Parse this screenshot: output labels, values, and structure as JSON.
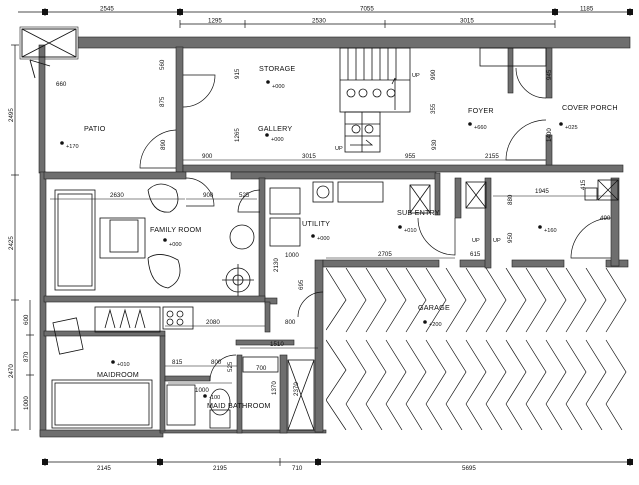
{
  "rooms": {
    "storage": {
      "name": "STORAGE",
      "level": "+000"
    },
    "patio": {
      "name": "PATIO",
      "level": "+170"
    },
    "gallery": {
      "name": "GALLERY",
      "level": "+000"
    },
    "foyer": {
      "name": "FOYER",
      "level": "+660"
    },
    "cover_porch": {
      "name": "COVER PORCH",
      "level": "+025"
    },
    "family_room": {
      "name": "FAMILY ROOM",
      "level": "+000"
    },
    "utility": {
      "name": "UTILITY",
      "level": "+000"
    },
    "sub_entry": {
      "name": "SUB ENTRY",
      "level": "+010"
    },
    "east_room": {
      "level": "+160"
    },
    "garage": {
      "name": "GARAGE",
      "level": "+200"
    },
    "maidroom": {
      "name": "MAIDROOM",
      "level": "+010"
    },
    "maid_bathroom": {
      "name": "MAID BATHROOM",
      "level": "-100"
    }
  },
  "stair_labels": {
    "up1": "UP",
    "up2": "UP",
    "up3": "UP",
    "up4": "UP"
  },
  "dims_top": {
    "d1": "2545",
    "d2": "7055",
    "d3": "1185"
  },
  "dims_second": {
    "d1": "1295",
    "d2": "2530",
    "d3": "3015"
  },
  "dims_bottom": {
    "d1": "2145",
    "d2": "2195",
    "d3": "710",
    "d4": "5695"
  },
  "dims_left": {
    "d1": "2495",
    "d2": "2425",
    "d3": "2470"
  },
  "dims_left_inner": {
    "d1": "600",
    "d2": "870",
    "d3": "1000"
  },
  "dims_interior": {
    "a660": "660",
    "a560": "560",
    "a875": "875",
    "a915": "915",
    "a990": "990",
    "a945": "945",
    "a1265": "1265",
    "a890": "890",
    "a355": "355",
    "a1400": "1400",
    "a900a": "900",
    "a3015": "3015",
    "a955": "955",
    "a2155": "2155",
    "a930": "930",
    "a2630": "2630",
    "a900b": "900",
    "a525": "525",
    "a1945": "1945",
    "a415": "415",
    "a490": "490",
    "a880": "880",
    "a950": "950",
    "a2130": "2130",
    "a1000": "1000",
    "a2705": "2705",
    "a615": "615",
    "a695": "695",
    "a800a": "800",
    "a2080": "2080",
    "a1510": "1510",
    "a815": "815",
    "a800b": "800",
    "a1000b": "1000",
    "a700": "700",
    "a525b": "525",
    "a1370": "1370",
    "a2370": "2370"
  }
}
